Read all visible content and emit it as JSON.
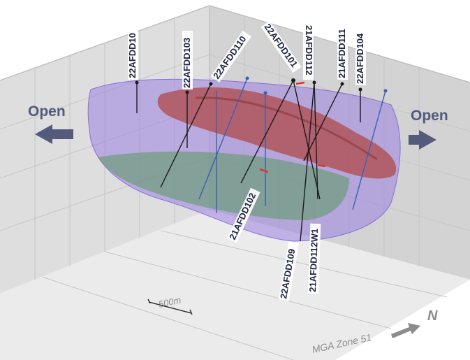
{
  "scene": {
    "open_left": "Open",
    "open_right": "Open",
    "scale_bar": "500m",
    "projection": "MGA Zone 51",
    "north": "N"
  },
  "drillholes": [
    {
      "id": "22AFDD10"
    },
    {
      "id": "22AFDD103"
    },
    {
      "id": "22AFDD110"
    },
    {
      "id": "22AFDD101"
    },
    {
      "id": "21AFDD112"
    },
    {
      "id": "21AFDD111"
    },
    {
      "id": "22AFDD104"
    },
    {
      "id": "21AFDD102"
    },
    {
      "id": "22AFDD109"
    },
    {
      "id": "21AFDD112W1"
    }
  ],
  "colors": {
    "envelope": "#9b7fe0",
    "mineralised_body": "#b04a4a",
    "lower_lens": "#5f9a6a",
    "planned_hole": "#3a5fb5",
    "drilled_hole": "#1a1a1a",
    "intercept": "#e23030",
    "arrow": "#535a7c"
  }
}
